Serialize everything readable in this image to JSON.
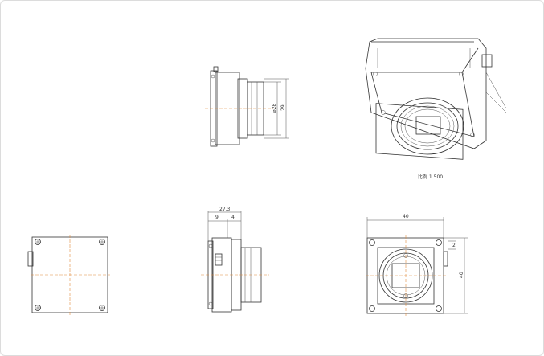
{
  "views": {
    "side_top": {
      "dim_diameter": "⌀28",
      "dim_height": "29"
    },
    "side_bottom": {
      "dim_total": "27.3",
      "dim_a": "9",
      "dim_b": "4"
    },
    "front": {
      "dim_width": "40",
      "dim_height": "40",
      "dim_tab": "2"
    },
    "iso": {
      "scale_label": "比例 1.500"
    }
  },
  "colors": {
    "line": "#333333",
    "centerline": "#e08a3c",
    "border": "#dcdcdc"
  }
}
